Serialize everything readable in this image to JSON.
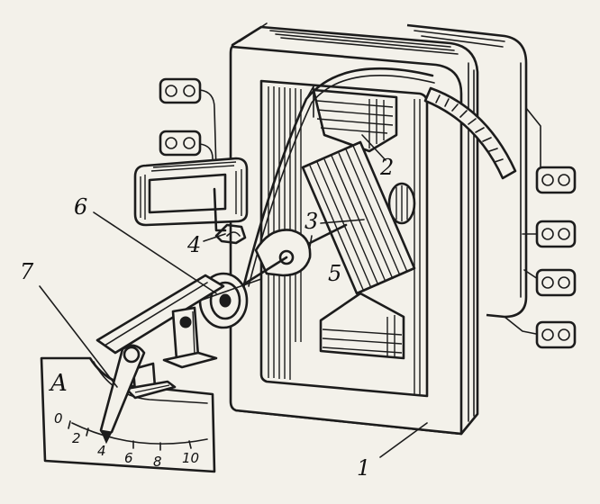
{
  "callouts": [
    {
      "id": "1",
      "text": "1"
    },
    {
      "id": "2",
      "text": "2"
    },
    {
      "id": "3",
      "text": "3"
    },
    {
      "id": "4",
      "text": "4"
    },
    {
      "id": "5",
      "text": "5"
    },
    {
      "id": "6",
      "text": "6"
    },
    {
      "id": "7",
      "text": "7"
    }
  ],
  "dial": {
    "unit_letter": "A",
    "scale_labels": [
      "0",
      "2",
      "4",
      "6",
      "8",
      "10"
    ]
  }
}
